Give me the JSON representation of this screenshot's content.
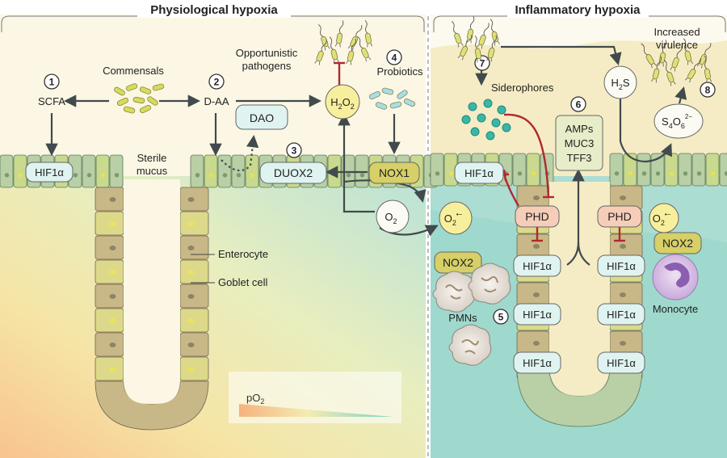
{
  "headers": {
    "left": "Physiological hypoxia",
    "right": "Inflammatory hypoxia"
  },
  "steps": [
    "1",
    "2",
    "3",
    "4",
    "5",
    "6",
    "7",
    "8"
  ],
  "labels": {
    "commensals": "Commensals",
    "scfa": "SCFA",
    "daa": "D-AA",
    "dao": "DAO",
    "sterile_mucus_1": "Sterile",
    "sterile_mucus_2": "mucus",
    "duox2": "DUOX2",
    "nox1": "NOX1",
    "opportunistic_1": "Opportunistic",
    "opportunistic_2": "pathogens",
    "probiotics": "Probiotics",
    "enterocyte": "Enterocyte",
    "goblet_cell": "Goblet cell",
    "pmns": "PMNs",
    "nox2": "NOX2",
    "po2": "pO",
    "po2_sub": "2",
    "siderophores": "Siderophores",
    "amps": "AMPs",
    "muc3": "MUC3",
    "tff3": "TFF3",
    "increased_1": "Increased",
    "increased_2": "virulence",
    "monocyte": "Monocyte",
    "phd": "PHD",
    "hif1a": "HIF1α",
    "h2o2_h": "H",
    "h2o2_2": "2",
    "h2o2_o": "O",
    "o2_o": "O",
    "o2_2": "2",
    "superoxide_sup": "•−",
    "h2s_h": "H",
    "h2s_2": "2",
    "h2s_s": "S",
    "s4o6_s": "S",
    "s4o6_4": "4",
    "s4o6_o": "O",
    "s4o6_6": "6",
    "s4o6_sup": "2−"
  },
  "colors": {
    "hif_box": "#dff3f1",
    "phd_box": "#f6cdb9",
    "nox_box": "#d7cf67",
    "yellow_node": "#f8ef9d",
    "cell_fill": "#b9cfa6",
    "inhibition": "#b1282e",
    "arrow": "#414a4c"
  }
}
